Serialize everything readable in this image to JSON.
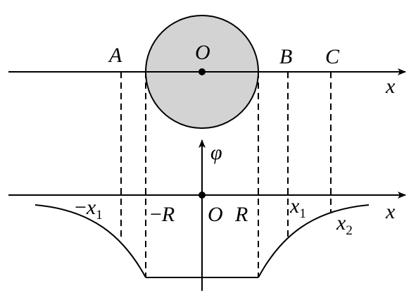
{
  "top_labels": {
    "a": "A",
    "o": "O",
    "b": "B",
    "c": "C",
    "x_axis": "x"
  },
  "bottom_labels": {
    "phi_axis": "φ",
    "x_axis": "x",
    "neg_x1": {
      "minus": "−",
      "var": "x",
      "sub": "1"
    },
    "neg_r": {
      "minus": "−",
      "var": "R"
    },
    "origin": "O",
    "r": "R",
    "x1": {
      "var": "x",
      "sub": "1"
    },
    "x2": {
      "var": "x",
      "sub": "2"
    }
  },
  "colors": {
    "sphere_fill": "#d3d3d3",
    "stroke": "#000000"
  }
}
